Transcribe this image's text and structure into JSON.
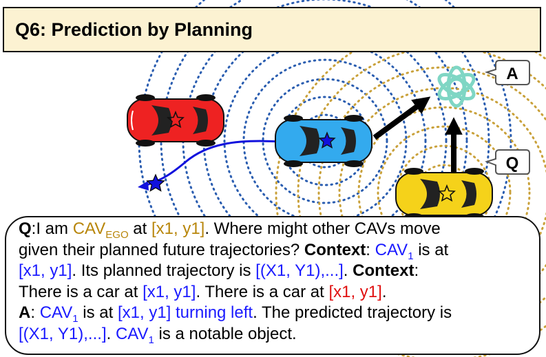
{
  "title": "Q6: Prediction by Planning",
  "bubbles": {
    "answer": "A",
    "question": "Q"
  },
  "qa": {
    "q_label": "Q",
    "q_text_1": ":I am ",
    "cav_ego_main": "CAV",
    "cav_ego_sub": "EGO",
    "q_text_2": " at ",
    "ego_coord": "[x1, y1]",
    "q_text_3": ". Where might other CAVs move",
    "q_text_4": "given their planned future trajectories? ",
    "context_label_1": "Context",
    "q_text_5": ": ",
    "cav1_main": "CAV",
    "cav1_sub": "1",
    "q_text_6": " is at",
    "cav1_coord": "[x1, y1]",
    "q_text_7": ". Its planned trajectory is ",
    "cav1_traj": "[(X1, Y1),...]",
    "q_text_8": ". ",
    "context_label_2": "Context",
    "q_text_9": ":",
    "q_text_10": "There is a car at ",
    "car_coord_blue": "[x1, y1]",
    "q_text_11": ". There is a car at ",
    "car_coord_red": "[x1, y1]",
    "q_text_12": ".",
    "a_label": "A",
    "a_text_1": ": ",
    "a_cav_main": "CAV",
    "a_cav_sub": "1",
    "a_text_2": " is at ",
    "a_coord": "[x1, y1] turning left",
    "a_text_3": ". The predicted trajectory is",
    "a_traj": "[(X1, Y1),...]",
    "a_text_4": ". ",
    "a_cav2_main": "CAV",
    "a_cav2_sub": "1",
    "a_text_5": " is a notable object."
  },
  "colors": {
    "title_bg": "#fcf2d2",
    "ego_car": "#f5d21a",
    "cav1_car": "#33aaee",
    "other_car": "#ee2222",
    "trajectory": "#1111dd",
    "blue_rings": "#2a5db0",
    "gold_rings": "#c9a13a",
    "chatgpt_logo": "#7fd6c4"
  },
  "icons": [
    "star-icon",
    "chatgpt-logo-icon"
  ]
}
